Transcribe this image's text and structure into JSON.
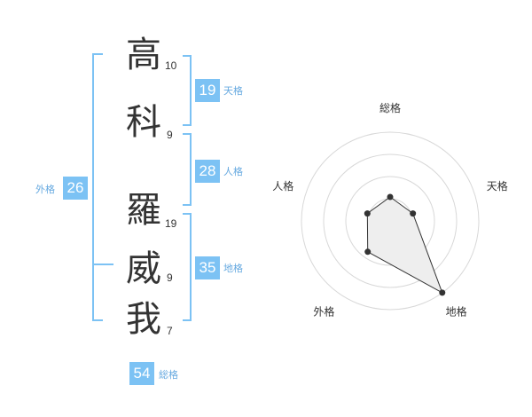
{
  "name_chars": [
    {
      "char": "高",
      "strokes": "10"
    },
    {
      "char": "科",
      "strokes": "9"
    },
    {
      "char": "羅",
      "strokes": "19"
    },
    {
      "char": "威",
      "strokes": "9"
    },
    {
      "char": "我",
      "strokes": "7"
    }
  ],
  "fortunes": {
    "tenkaku": {
      "value": "19",
      "label": "天格"
    },
    "jinkaku": {
      "value": "28",
      "label": "人格"
    },
    "chikaku": {
      "value": "35",
      "label": "地格"
    },
    "gaikaku": {
      "value": "26",
      "label": "外格"
    },
    "soukaku": {
      "value": "54",
      "label": "総格"
    }
  },
  "chart_data": {
    "type": "radar",
    "axes": [
      "総格",
      "天格",
      "地格",
      "外格",
      "人格"
    ],
    "values": [
      0.27,
      0.27,
      1.0,
      0.43,
      0.27
    ],
    "range": [
      0,
      1
    ],
    "rings": 4,
    "line_color": "#333333",
    "fill_color": "#eeeeee"
  }
}
